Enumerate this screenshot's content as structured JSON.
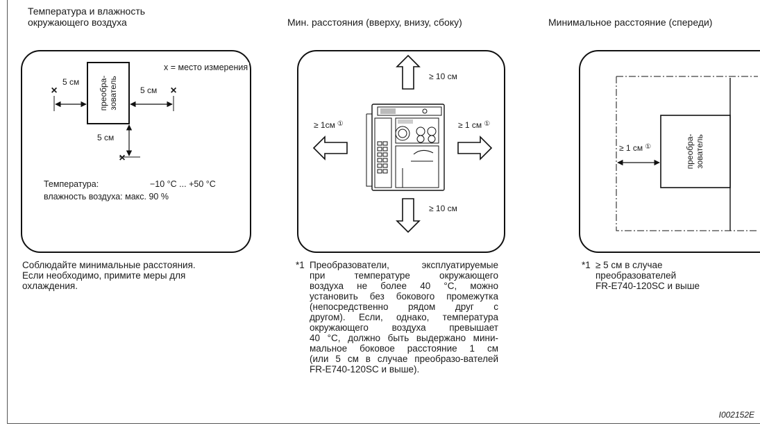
{
  "panel1": {
    "title_line1": "Температура и влажность",
    "title_line2": "окружающего воздуха",
    "measurement_legend": "x = место измерения",
    "inverter_label_line1": "преобра-",
    "inverter_label_line2": "зователь",
    "distance_left": "5 см",
    "distance_right": "5 см",
    "distance_bottom": "5 см",
    "temperature_label": "Температура:",
    "temperature_value": "−10 °C ... +50 °C",
    "humidity_text": "влажность воздуха: макс. 90 %",
    "note_line1": "Соблюдайте минимальные расстояния.",
    "note_line2": "Если необходимо, примите меры для",
    "note_line3": "охлаждения."
  },
  "panel2": {
    "title": "Мин. расстояния (вверху, внизу, сбоку)",
    "top_distance": "≥ 10 см",
    "bottom_distance": "≥ 10 см",
    "left_distance": "≥ 1см",
    "right_distance": "≥ 1 см",
    "footnote_marker": "①",
    "footnote_ref": "*1",
    "footnote_lines": [
      "Преобразователи, эксплуатируемые",
      "при температуре окружающего",
      "воздуха не более 40 °C, можно",
      "установить без бокового промежутка",
      "(непосредственно рядом друг с",
      "другом). Если, однако, температура",
      "окружающего воздуха превышает",
      "40 °C, должно быть выдержано мини-",
      "мальное боковое расстояние 1 см",
      "(или 5 см в случае преобразо-вателей",
      "FR-E740-120SC и выше)."
    ]
  },
  "panel3": {
    "title": "Минимальное расстояние (спереди)",
    "front_distance": "≥ 1 см",
    "footnote_marker": "①",
    "inverter_label_line1": "преобра-",
    "inverter_label_line2": "зователь",
    "footnote_ref": "*1",
    "footnote_line1": "≥ 5 см в случае",
    "footnote_line2": "преобразователей",
    "footnote_line3": "FR-E740-120SC и выше"
  },
  "figure_id": "I002152E"
}
